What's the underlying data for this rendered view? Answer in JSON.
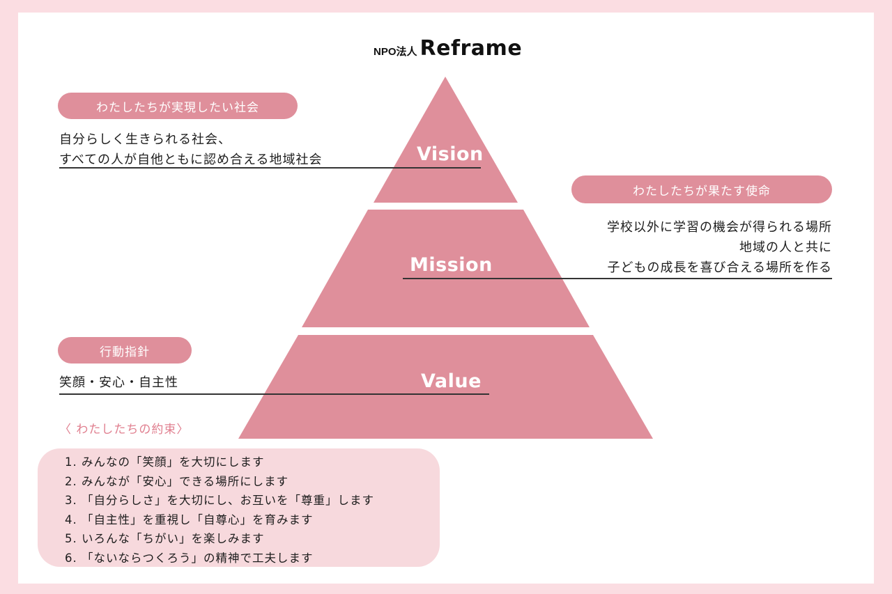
{
  "brand": {
    "prefix": "NPO法人",
    "name": "Reframe"
  },
  "colors": {
    "pyramid": "#df8f9b",
    "page_background": "#fbdde2",
    "promise_box": "#f7d9dd",
    "promise_heading": "#e07f8f"
  },
  "pyramid": {
    "vision": "Vision",
    "mission": "Mission",
    "value": "Value"
  },
  "vision": {
    "pill": "わたしたちが実現したい社会",
    "lines": [
      "自分らしく生きられる社会、",
      "すべての人が自他ともに認め合える地域社会"
    ]
  },
  "mission": {
    "pill": "わたしたちが果たす使命",
    "lines": [
      "学校以外に学習の機会が得られる場所",
      "地域の人と共に",
      "子どもの成長を喜び合える場所を作る"
    ]
  },
  "value": {
    "pill": "行動指針",
    "line": "笑顔・安心・自主性"
  },
  "promises": {
    "heading": "〈 わたしたちの約束〉",
    "items": [
      "1. みんなの「笑顔」を大切にします",
      "2. みんなが「安心」できる場所にします",
      "3. 「自分らしさ」を大切にし、お互いを「尊重」します",
      "4. 「自主性」を重視し「自尊心」を育みます",
      "5. いろんな「ちがい」を楽しみます",
      "6. 「ないならつくろう」の精神で工夫します"
    ]
  }
}
